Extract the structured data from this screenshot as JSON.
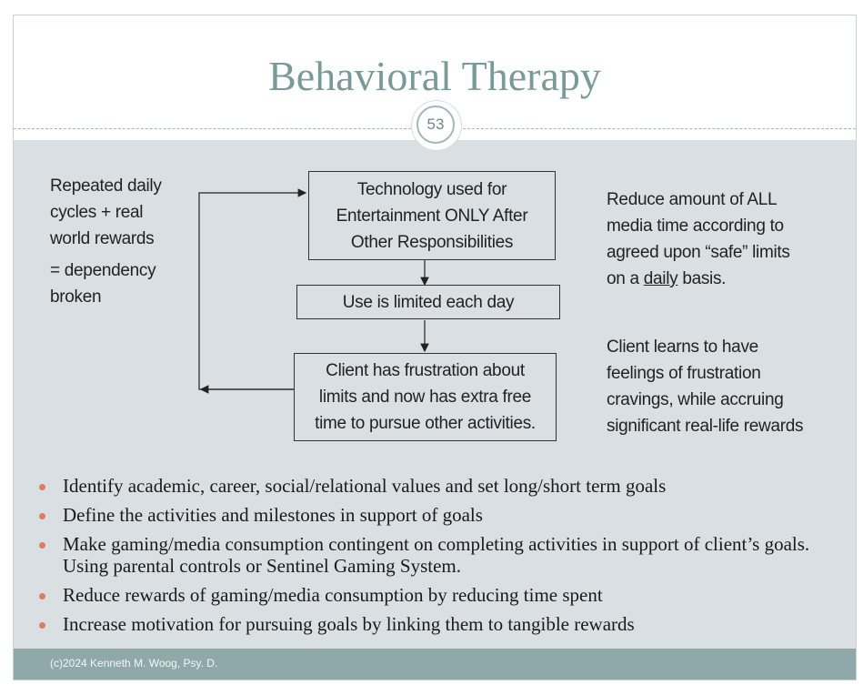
{
  "slide": {
    "title": "Behavioral Therapy",
    "number": "53",
    "footer": "(c)2024 Kenneth M. Woog, Psy. D."
  },
  "left_note": {
    "line1": "Repeated daily",
    "line2": "cycles + real",
    "line3": "world rewards",
    "line4": "= dependency",
    "line5": "broken"
  },
  "flow": {
    "box1": {
      "line1": "Technology used for",
      "line2": "Entertainment ONLY After",
      "line3": "Other Responsibilities"
    },
    "box2": {
      "line1": "Use is limited each day"
    },
    "box3": {
      "line1": "Client has frustration about",
      "line2": "limits and now has extra free",
      "line3": "time to pursue other activities."
    }
  },
  "right_note_1": {
    "line1": "Reduce amount of ALL",
    "line2": "media time according to",
    "line3": "agreed upon “safe” limits",
    "line4_pre": "on a ",
    "line4_underlined": "daily",
    "line4_post": " basis."
  },
  "right_note_2": {
    "line1": "Client learns to have",
    "line2": "feelings of frustration",
    "line3": "cravings, while accruing",
    "line4": "significant real-life rewards"
  },
  "bullets": [
    "Identify academic, career, social/relational  values and set long/short term goals",
    "Define the activities and milestones in support of goals",
    "Make gaming/media consumption contingent on completing activities in support of client’s goals. Using parental controls or Sentinel Gaming System.",
    "Reduce rewards of gaming/media consumption by reducing time spent",
    "Increase motivation for pursuing goals by linking them to tangible rewards"
  ],
  "colors": {
    "title": "#7a9a9a",
    "content_bg": "#d9dfe2",
    "footer_bg": "#8fa9aa",
    "bullet": "#e07a61"
  }
}
